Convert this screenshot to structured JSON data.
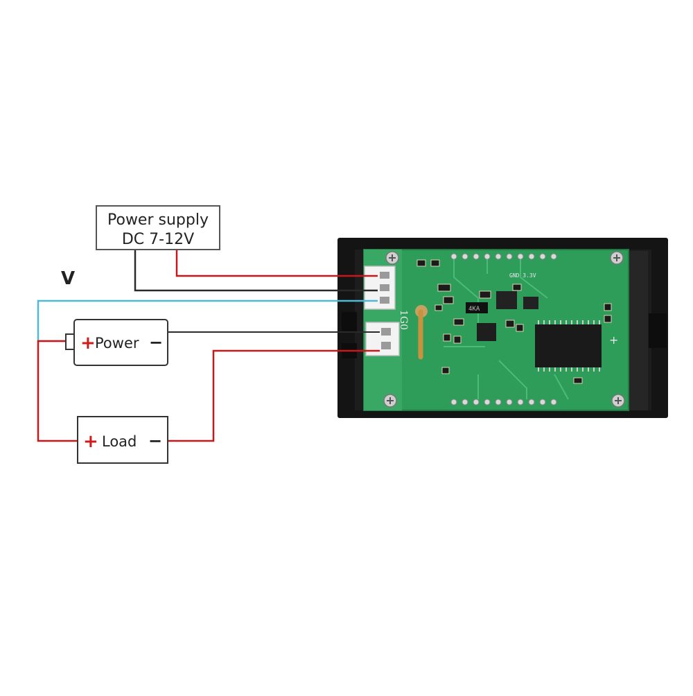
{
  "diagram": {
    "power_supply_box": {
      "line1": "Power supply",
      "line2": "DC 7-12V"
    },
    "voltage_label": "V",
    "power_box": {
      "plus": "+",
      "label": "Power",
      "minus": "−"
    },
    "load_box": {
      "plus": "+",
      "label": "Load",
      "minus": "−"
    },
    "pcb": {
      "connector_label": "1G0",
      "silk_top": "GND 3.3V",
      "silk_plus": "+",
      "chip_marking": "4KA"
    }
  },
  "colors": {
    "wire_red": "#c8161b",
    "wire_black": "#2a2a2a",
    "wire_blue": "#4fb8d8",
    "pcb_green": "#2e9d5a",
    "bezel": "#141414"
  }
}
